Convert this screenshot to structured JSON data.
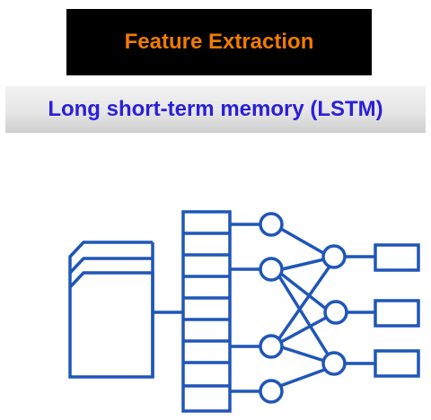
{
  "header": {
    "title": "Feature Extraction",
    "subtitle": "Long short-term memory (LSTM)"
  },
  "colors": {
    "title_bg": "#000000",
    "title_text": "#f07c00",
    "subtitle_text": "#2b20d8",
    "diagram_stroke": "#1f56b8"
  },
  "diagram": {
    "input_stack_layers": 3,
    "feature_vector_cells": 9,
    "hidden_nodes": 4,
    "second_layer_nodes": 3,
    "output_boxes": 3
  }
}
